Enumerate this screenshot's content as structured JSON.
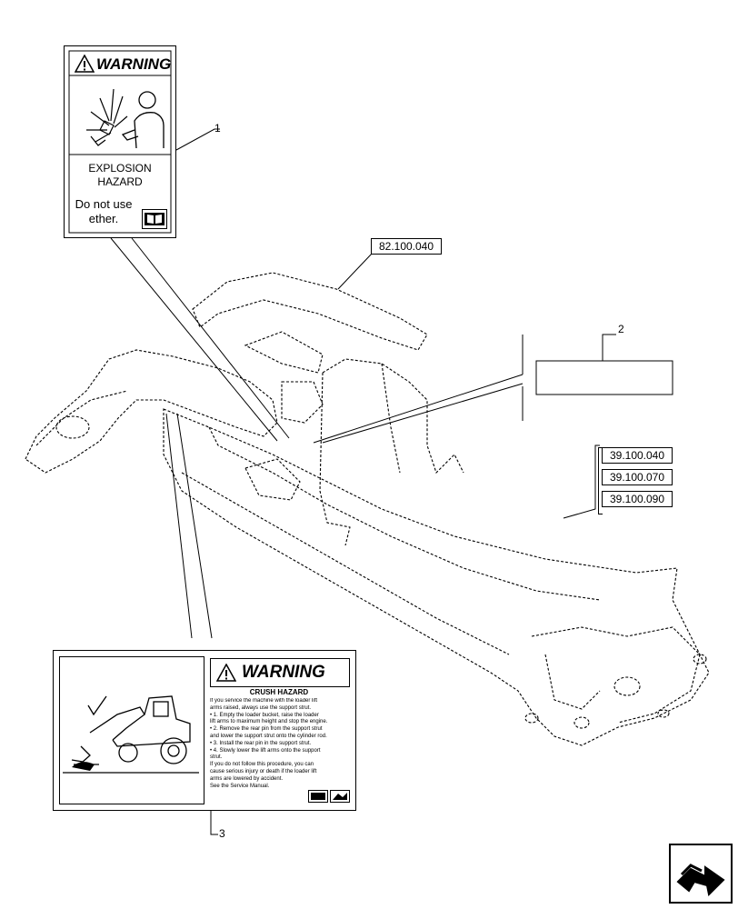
{
  "labels": {
    "explosion": {
      "title": "WARNING",
      "hazard_line1": "EXPLOSION",
      "hazard_line2": "HAZARD",
      "instruction_line1": "Do not use",
      "instruction_line2": "ether."
    },
    "crush": {
      "title": "WARNING",
      "subtitle": "CRUSH HAZARD",
      "lines": [
        "If you service the machine with the loader lift",
        "arms raised, always use the support strut.",
        "• 1. Empty the loader bucket, raise the loader",
        "lift arms to maximum height and stop the engine.",
        "• 2. Remove the rear pin from the support strut",
        "and lower the support strut onto the cylinder rod.",
        "• 3. Install the rear pin in the support strut.",
        "• 4. Slowly lower the lift arms onto the support",
        "strut.",
        "If you do not follow this procedure, you can",
        "cause serious injury or death if the loader lift",
        "arms are lowered by accident.",
        "See the Service Manual."
      ]
    }
  },
  "callouts": {
    "item1": "1",
    "item2": "2",
    "item3": "3"
  },
  "references": {
    "top": "82.100.040",
    "right": [
      "39.100.040",
      "39.100.070",
      "39.100.090"
    ]
  },
  "icons": {
    "warning": "warning-triangle-icon",
    "manual": "manual-book-icon",
    "nav": "next-page-arrow-icon"
  }
}
